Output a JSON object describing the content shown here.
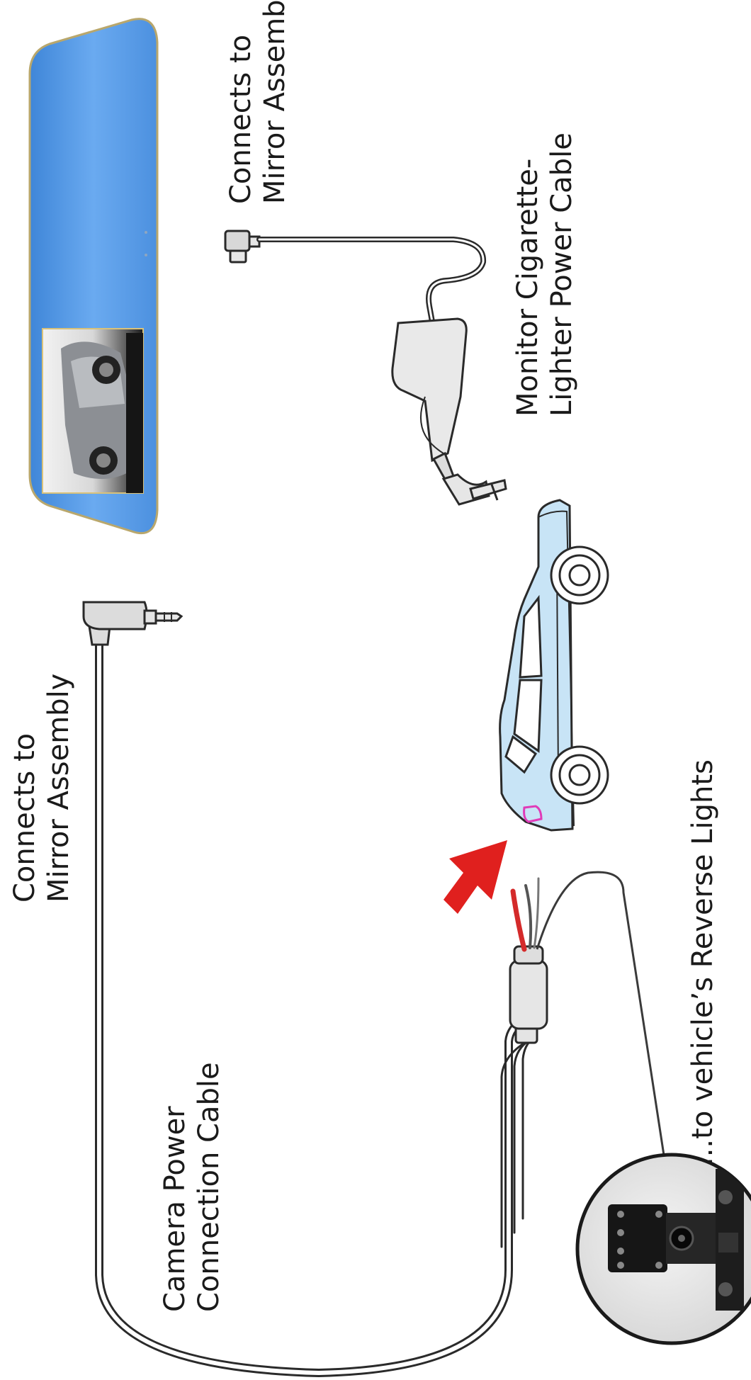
{
  "labels": {
    "mirror_connect_top": [
      "Connects to",
      "Mirror Assembly"
    ],
    "cigarette_cable": [
      "Monitor Cigarette-",
      "Lighter Power Cable"
    ],
    "mirror_connect_left": [
      "Connects to",
      "Mirror Assembly"
    ],
    "camera_cable": [
      "Camera Power",
      "Connection Cable"
    ],
    "reverse_lights": "...to vehicle’s Reverse Lights"
  },
  "colors": {
    "mirror_blue": "#5d9fe6",
    "car_body": "#c8e4f6",
    "arrow": "#e0201e",
    "red_wire": "#d42a2a",
    "light_marker": "#e03bb8",
    "stroke": "#2a2a2a"
  },
  "icons": {
    "mirror": "rearview-mirror-monitor",
    "car": "sedan-car-icon",
    "camera": "backup-camera-icon",
    "arrow": "red-arrow-icon"
  }
}
